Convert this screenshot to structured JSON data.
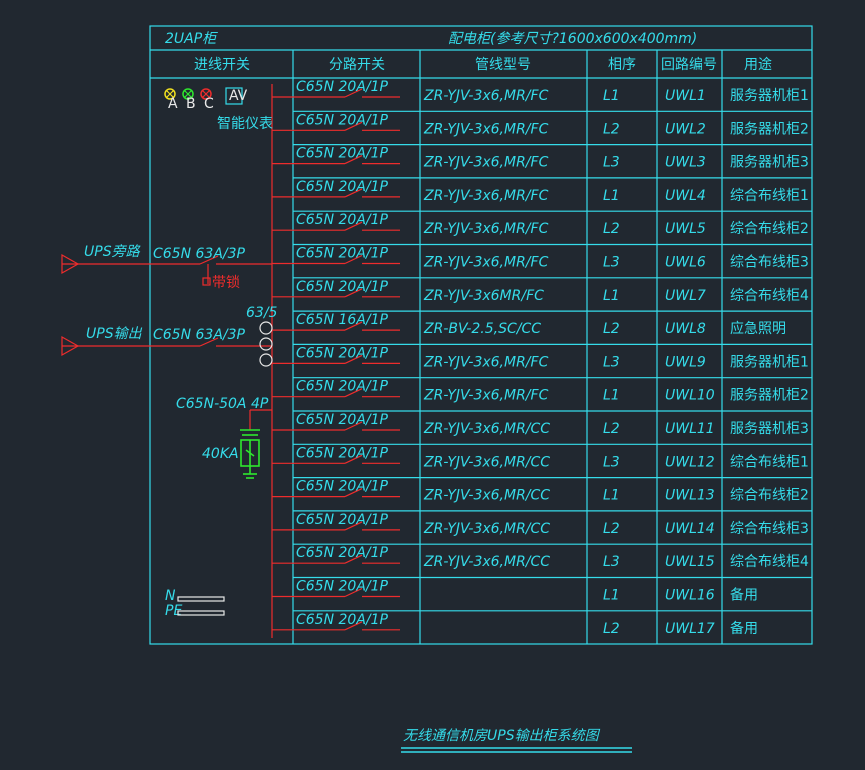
{
  "cabinet": {
    "name": "2UAP柜",
    "spec": "配电柜(参考尺寸?1600x600x400mm)"
  },
  "headers": {
    "incoming": "进线开关",
    "branch": "分路开关",
    "cable": "管线型号",
    "phase": "相序",
    "circuit": "回路编号",
    "usage": "用途"
  },
  "incoming": {
    "lamps": [
      "A",
      "B",
      "C"
    ],
    "meter_label": "智能仪表",
    "meter_icon_text": "AV",
    "bypass_label": "UPS旁路",
    "bypass_breaker": "C65N 63A/3P",
    "interlock_label": "带锁",
    "output_label": "UPS输出",
    "output_breaker": "C65N 63A/3P",
    "ct_label": "63/5",
    "spd_breaker": "C65N-50A 4P",
    "spd_rating": "40KA",
    "n_label": "N",
    "pe_label": "PE"
  },
  "rows": [
    {
      "breaker": "C65N 20A/1P",
      "cable": "ZR-YJV-3x6,MR/FC",
      "phase": "L1",
      "circuit": "UWL1",
      "usage": "服务器机柜1"
    },
    {
      "breaker": "C65N 20A/1P",
      "cable": "ZR-YJV-3x6,MR/FC",
      "phase": "L2",
      "circuit": "UWL2",
      "usage": "服务器机柜2"
    },
    {
      "breaker": "C65N 20A/1P",
      "cable": "ZR-YJV-3x6,MR/FC",
      "phase": "L3",
      "circuit": "UWL3",
      "usage": "服务器机柜3"
    },
    {
      "breaker": "C65N 20A/1P",
      "cable": "ZR-YJV-3x6,MR/FC",
      "phase": "L1",
      "circuit": "UWL4",
      "usage": "综合布线柜1"
    },
    {
      "breaker": "C65N 20A/1P",
      "cable": "ZR-YJV-3x6,MR/FC",
      "phase": "L2",
      "circuit": "UWL5",
      "usage": "综合布线柜2"
    },
    {
      "breaker": "C65N 20A/1P",
      "cable": "ZR-YJV-3x6,MR/FC",
      "phase": "L3",
      "circuit": "UWL6",
      "usage": "综合布线柜3"
    },
    {
      "breaker": "C65N 20A/1P",
      "cable": "ZR-YJV-3x6MR/FC",
      "phase": "L1",
      "circuit": "UWL7",
      "usage": "综合布线柜4"
    },
    {
      "breaker": "C65N 16A/1P",
      "cable": "ZR-BV-2.5,SC/CC",
      "phase": "L2",
      "circuit": "UWL8",
      "usage": "应急照明"
    },
    {
      "breaker": "C65N 20A/1P",
      "cable": "ZR-YJV-3x6,MR/FC",
      "phase": "L3",
      "circuit": "UWL9",
      "usage": "服务器机柜1"
    },
    {
      "breaker": "C65N 20A/1P",
      "cable": "ZR-YJV-3x6,MR/FC",
      "phase": "L1",
      "circuit": "UWL10",
      "usage": "服务器机柜2"
    },
    {
      "breaker": "C65N 20A/1P",
      "cable": "ZR-YJV-3x6,MR/CC",
      "phase": "L2",
      "circuit": "UWL11",
      "usage": "服务器机柜3"
    },
    {
      "breaker": "C65N 20A/1P",
      "cable": "ZR-YJV-3x6,MR/CC",
      "phase": "L3",
      "circuit": "UWL12",
      "usage": "综合布线柜1"
    },
    {
      "breaker": "C65N 20A/1P",
      "cable": "ZR-YJV-3x6,MR/CC",
      "phase": "L1",
      "circuit": "UWL13",
      "usage": "综合布线柜2"
    },
    {
      "breaker": "C65N 20A/1P",
      "cable": "ZR-YJV-3x6,MR/CC",
      "phase": "L2",
      "circuit": "UWL14",
      "usage": "综合布线柜3"
    },
    {
      "breaker": "C65N 20A/1P",
      "cable": "ZR-YJV-3x6,MR/CC",
      "phase": "L3",
      "circuit": "UWL15",
      "usage": "综合布线柜4"
    },
    {
      "breaker": "C65N 20A/1P",
      "cable": "",
      "phase": "L1",
      "circuit": "UWL16",
      "usage": "备用"
    },
    {
      "breaker": "C65N 20A/1P",
      "cable": "",
      "phase": "L2",
      "circuit": "UWL17",
      "usage": "备用"
    }
  ],
  "drawing_title": "无线通信机房UPS输出柜系统图",
  "colors": {
    "background": "#212830",
    "frame": "#35dcea",
    "wire": "#ee2c2c",
    "surge": "#2ee82e",
    "neutral": "#e8e8e8"
  }
}
